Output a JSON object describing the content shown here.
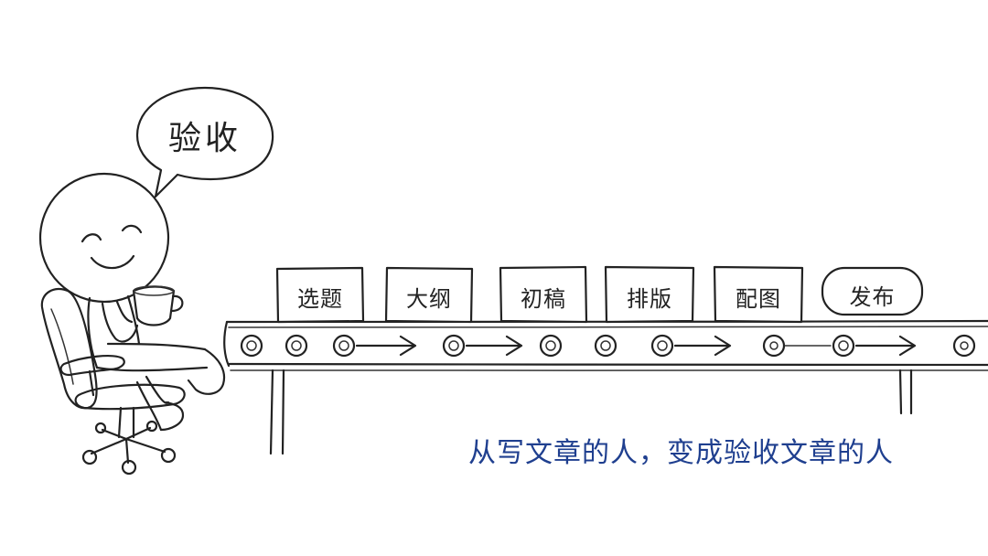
{
  "speech_bubble": {
    "text": "验收"
  },
  "pipeline": {
    "steps": [
      {
        "label": "选题"
      },
      {
        "label": "大纲"
      },
      {
        "label": "初稿"
      },
      {
        "label": "排版"
      },
      {
        "label": "配图"
      },
      {
        "label": "发布"
      }
    ]
  },
  "caption": {
    "text": "从写文章的人，变成验收文章的人"
  },
  "colors": {
    "ink": "#222222",
    "caption": "#1f3f8f",
    "background": "#ffffff"
  }
}
